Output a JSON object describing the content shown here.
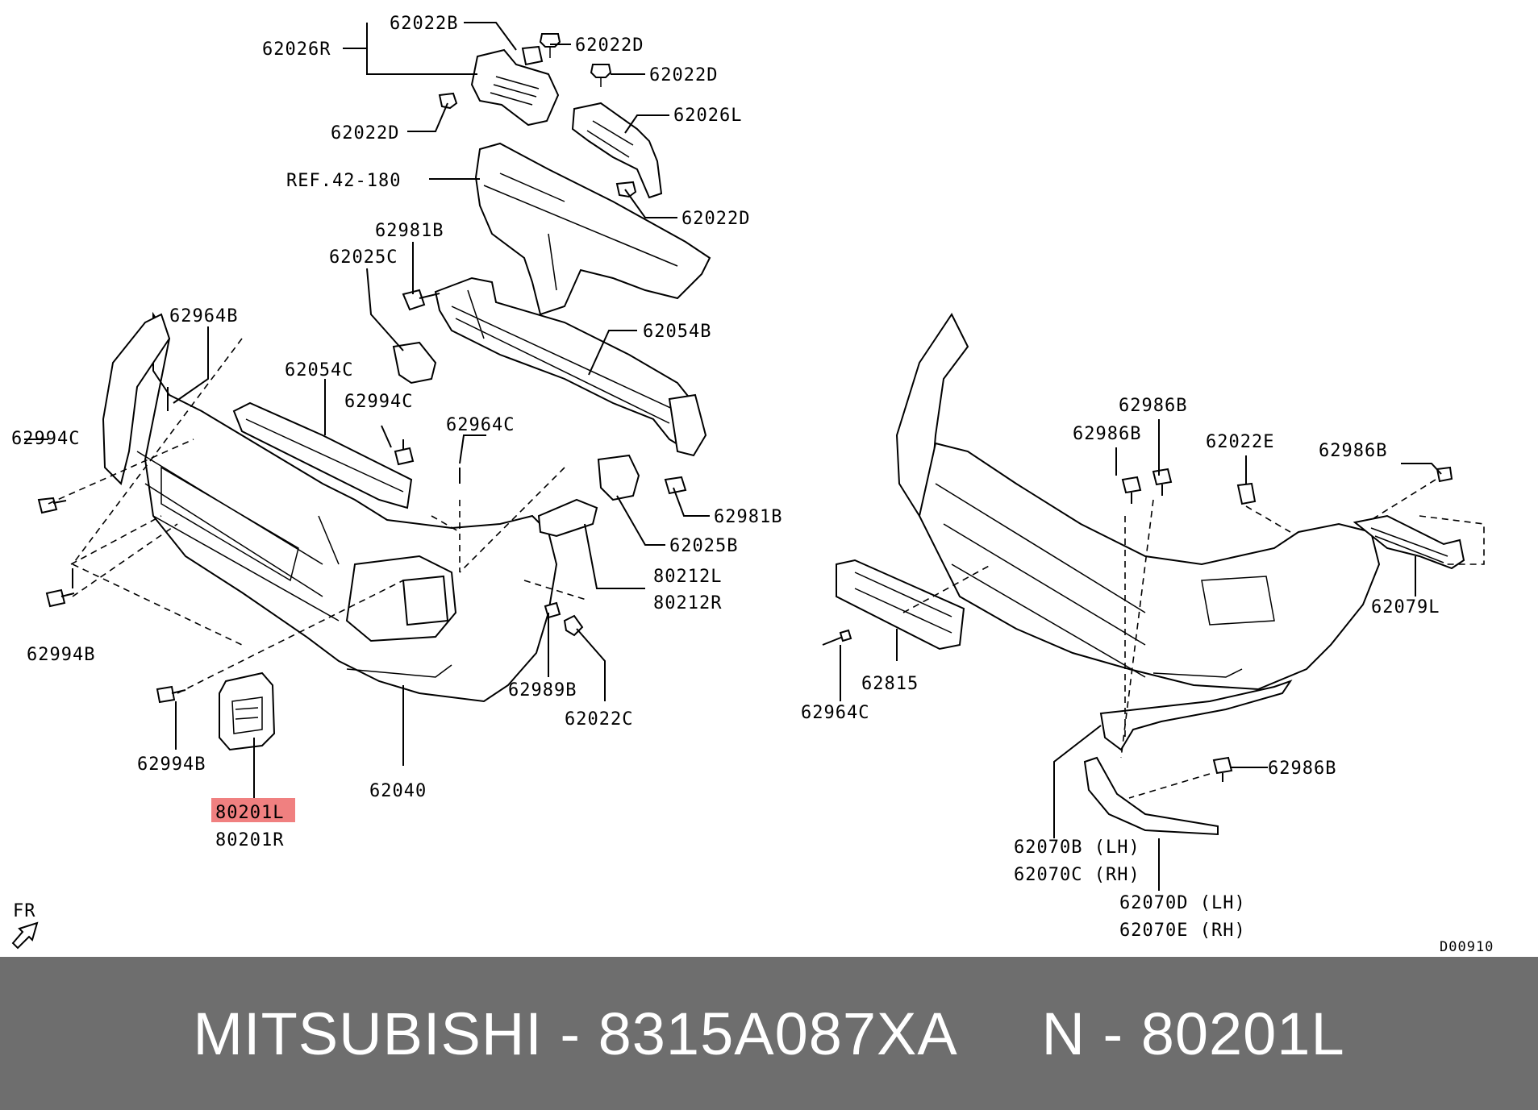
{
  "labels": {
    "l_62022B": "62022B",
    "l_62026R": "62026R",
    "l_62022D_1": "62022D",
    "l_62022D_2": "62022D",
    "l_62022D_3": "62022D",
    "l_62026L": "62026L",
    "l_ref": "REF.42-180",
    "l_62022D_4": "62022D",
    "l_62981B_1": "62981B",
    "l_62025C": "62025C",
    "l_62054B": "62054B",
    "l_62964B": "62964B",
    "l_62054C": "62054C",
    "l_62994C_1": "62994C",
    "l_62994C_2": "62994C",
    "l_62964C_1": "62964C",
    "l_62981B_2": "62981B",
    "l_62025B": "62025B",
    "l_80212L": "80212L",
    "l_80212R": "80212R",
    "l_62994B_1": "62994B",
    "l_62989B": "62989B",
    "l_62022C": "62022C",
    "l_62994B_2": "62994B",
    "l_62040": "62040",
    "l_80201L": "80201L",
    "l_80201R": "80201R",
    "l_fr": "FR",
    "l_62986B_1": "62986B",
    "l_62986B_2": "62986B",
    "l_62022E": "62022E",
    "l_62986B_3": "62986B",
    "l_62079L": "62079L",
    "l_62815": "62815",
    "l_62964C_2": "62964C",
    "l_62986B_4": "62986B",
    "l_62070B": "62070B (LH)",
    "l_62070C": "62070C (RH)",
    "l_62070D": "62070D (LH)",
    "l_62070E": "62070E (RH)",
    "l_code": "D00910"
  },
  "highlight_color": "#f08080",
  "footer": {
    "text": "MITSUBISHI - 8315A087XA     N - 80201L",
    "background": "#6e6e6e",
    "color": "#ffffff"
  }
}
